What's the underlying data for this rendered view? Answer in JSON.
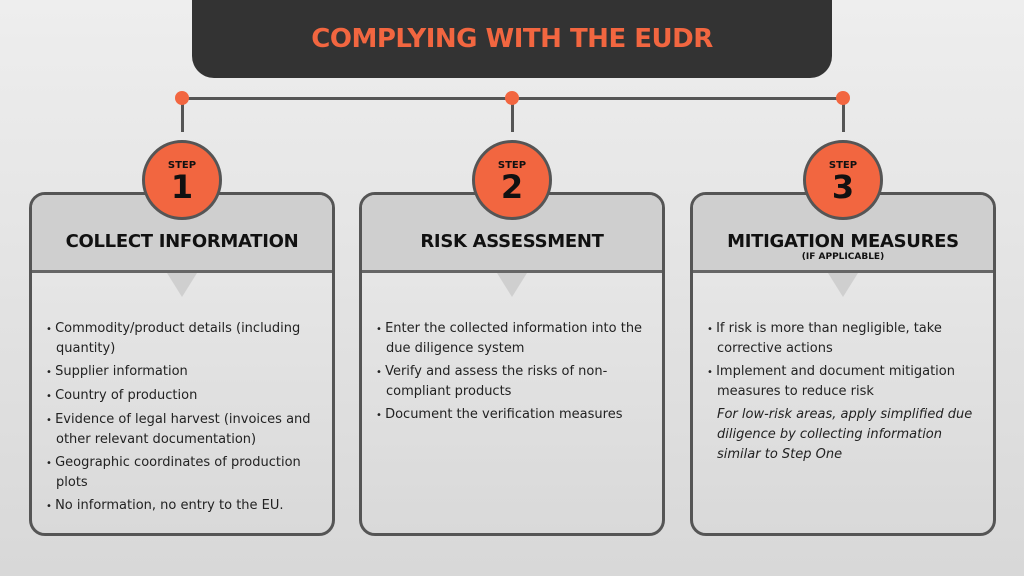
{
  "title": "COMPLYING WITH THE EUDR",
  "accent": "#f26640",
  "steps": [
    {
      "step_label": "STEP",
      "number": "1",
      "heading": "COLLECT INFORMATION",
      "items": [
        "Commodity/product details (including quantity)",
        "Supplier information",
        "Country of production",
        "Evidence of legal harvest (invoices and other relevant documentation)",
        "Geographic coordinates of production plots",
        "No information, no entry to the EU."
      ]
    },
    {
      "step_label": "STEP",
      "number": "2",
      "heading": "RISK ASSESSMENT",
      "items": [
        "Enter the collected information into the due diligence system",
        "Verify and assess the risks of non-compliant products",
        "Document the verification measures"
      ]
    },
    {
      "step_label": "STEP",
      "number": "3",
      "heading": "MITIGATION MEASURES",
      "subheading": "(IF APPLICABLE)",
      "items": [
        "If risk is more than negligible, take corrective actions",
        "Implement and document mitigation measures to reduce risk"
      ],
      "note": "For low-risk areas, apply simplified due diligence by collecting information similar to Step One"
    }
  ]
}
